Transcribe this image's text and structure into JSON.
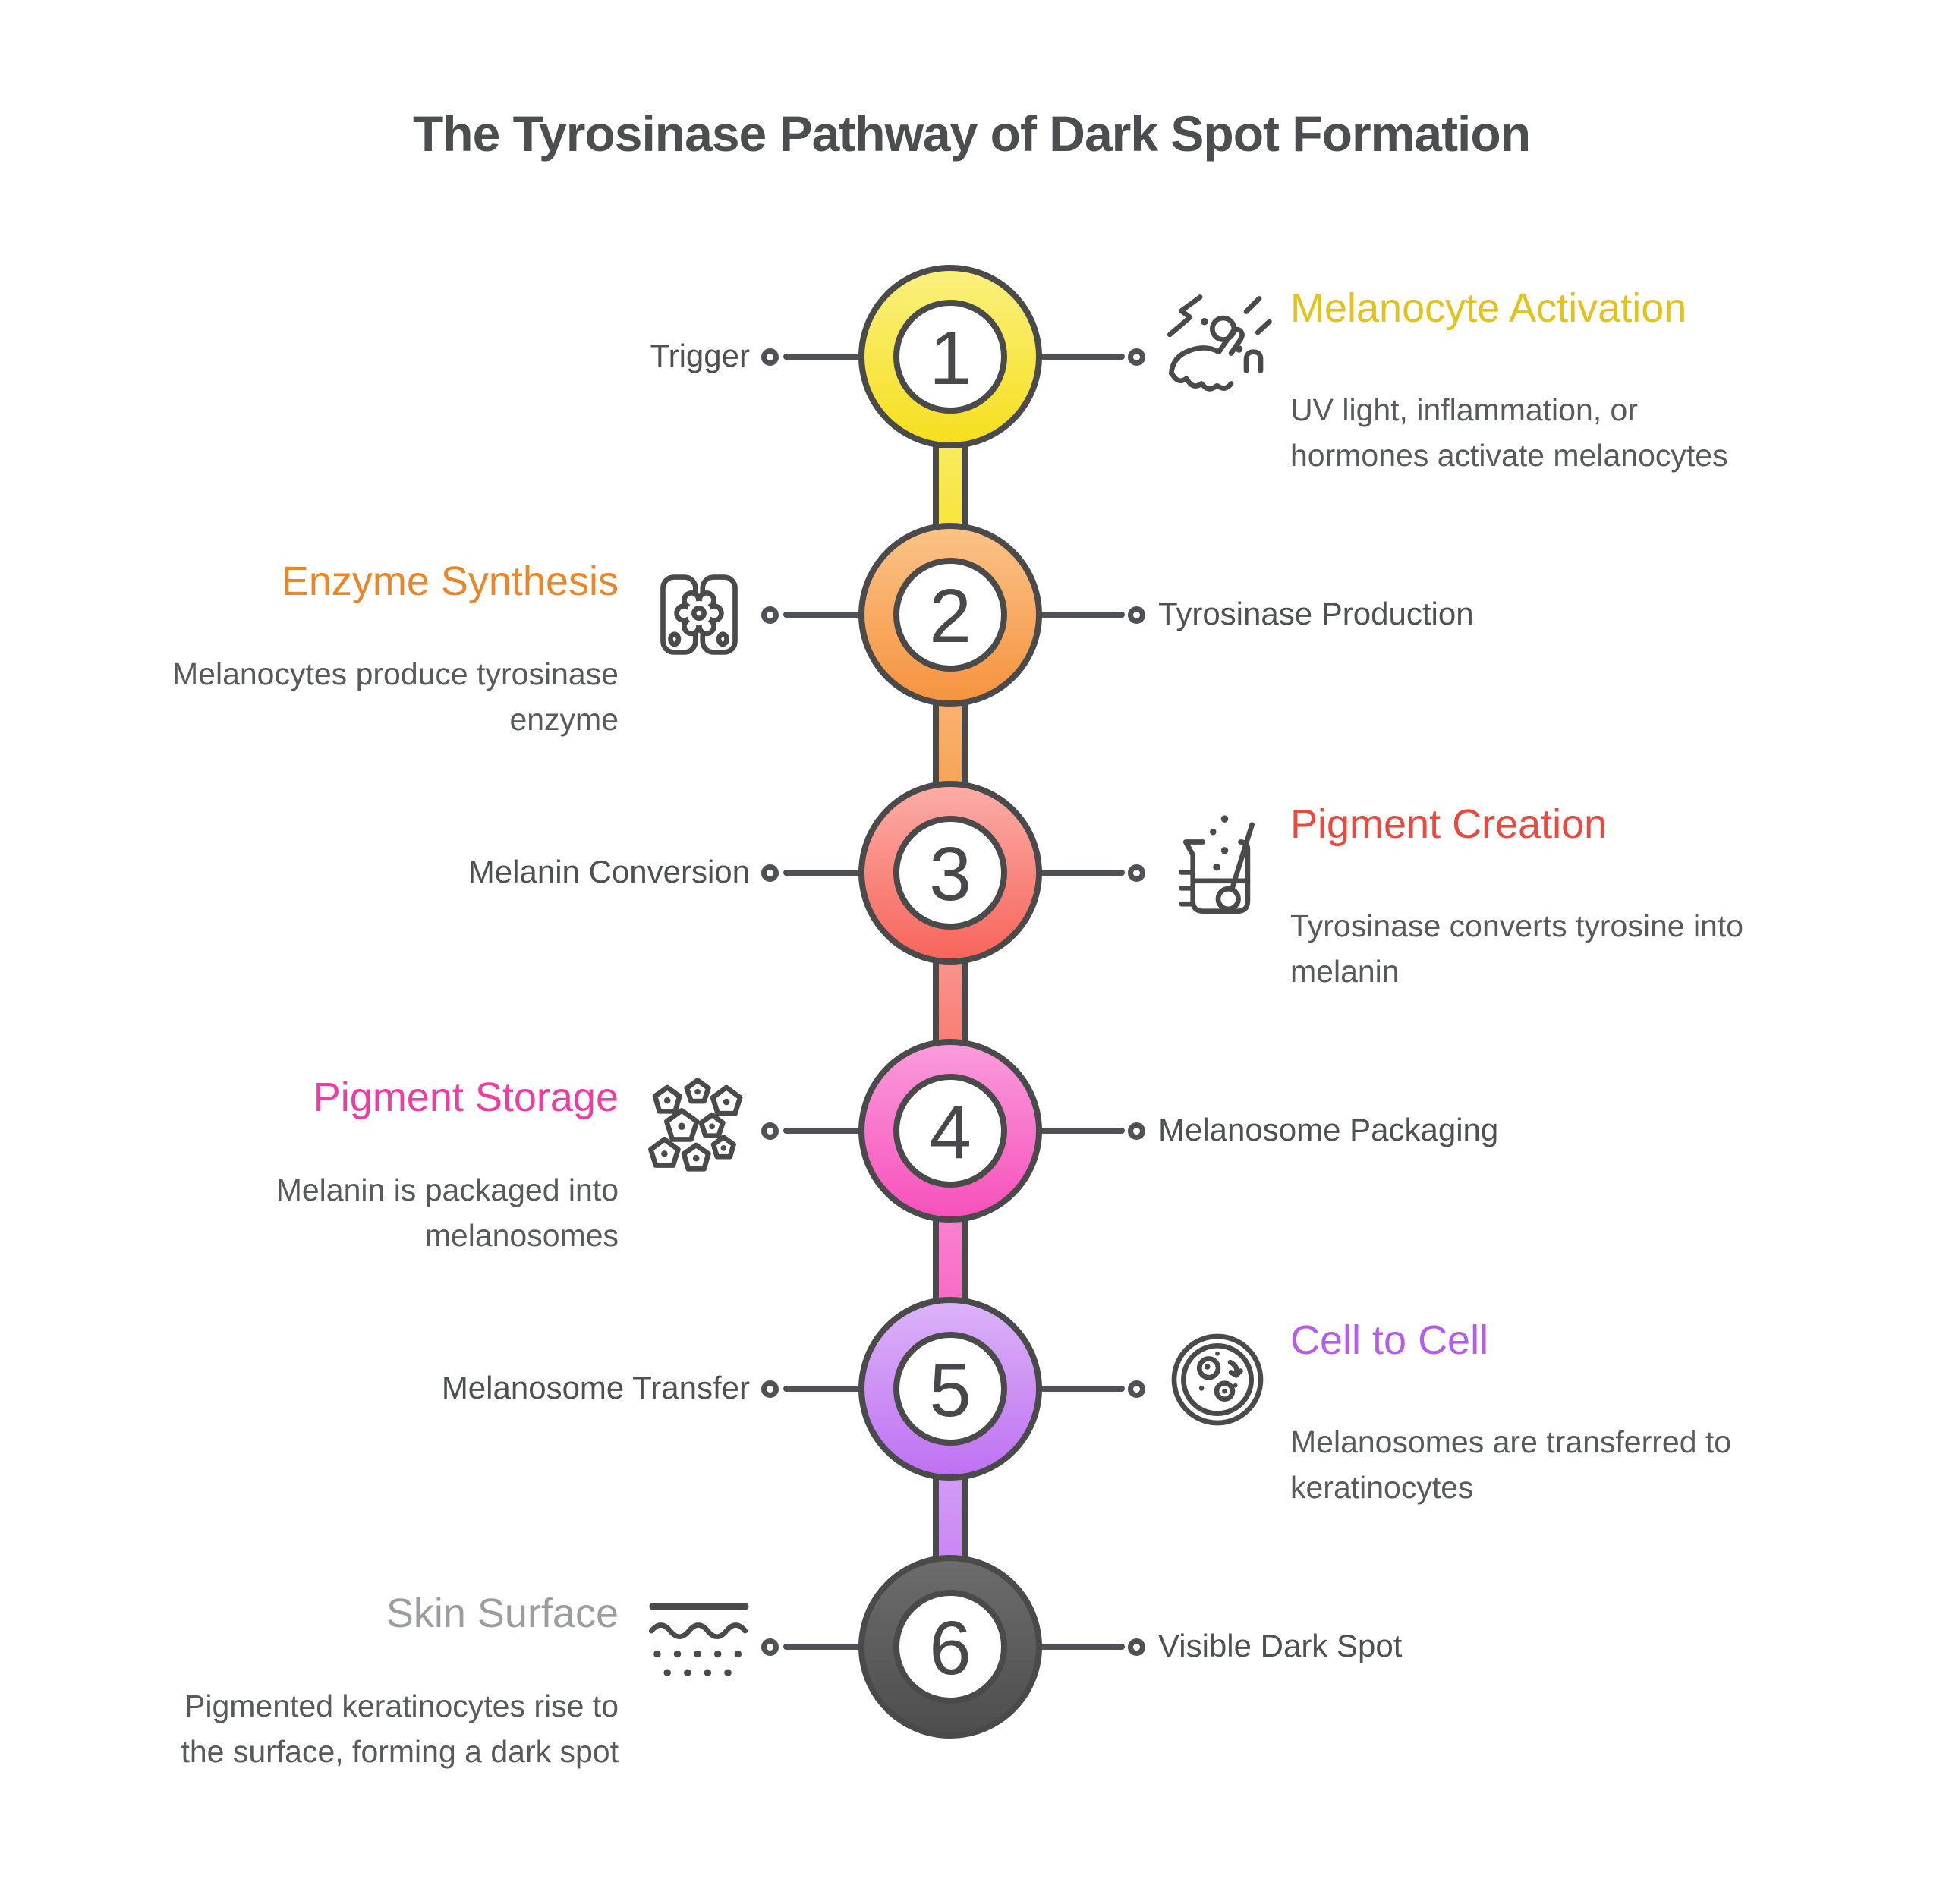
{
  "title": "The Tyrosinase Pathway of Dark Spot Formation",
  "palette": {
    "outline": "#4A4A4B",
    "line": "#505154",
    "label_text": "#4F5052",
    "description_text": "#58595B",
    "title_text": "#4C4D4F",
    "background": "#FFFFFF"
  },
  "steps": [
    {
      "number": "1",
      "side": "right",
      "label": "Trigger",
      "heading": "Melanocyte Activation",
      "description": "UV light, inflammation, or\nhormones activate melanocytes",
      "icon": "uv-exposure-icon",
      "colors": {
        "heading": "#E0C31D",
        "ring_top": "#FAF07D",
        "ring_bottom": "#F6DF1E"
      }
    },
    {
      "number": "2",
      "side": "left",
      "label": "Tyrosinase Production",
      "heading": "Enzyme Synthesis",
      "description": "Melanocytes produce tyrosinase\nenzyme",
      "icon": "enzyme-cell-icon",
      "colors": {
        "heading": "#E8862C",
        "ring_top": "#FAC286",
        "ring_bottom": "#F59440"
      }
    },
    {
      "number": "3",
      "side": "right",
      "label": "Melanin Conversion",
      "heading": "Pigment Creation",
      "description": "Tyrosinase converts tyrosine into\nmelanin",
      "icon": "beaker-icon",
      "colors": {
        "heading": "#E94A3F",
        "ring_top": "#FBACA6",
        "ring_bottom": "#F7655B"
      }
    },
    {
      "number": "4",
      "side": "left",
      "label": "Melanosome Packaging",
      "heading": "Pigment Storage",
      "description": "Melanin is packaged into\nmelanosomes",
      "icon": "melanosome-cluster-icon",
      "colors": {
        "heading": "#EE3DA1",
        "ring_top": "#FA9BDB",
        "ring_bottom": "#F751BB"
      }
    },
    {
      "number": "5",
      "side": "right",
      "label": "Melanosome Transfer",
      "heading": "Cell to Cell",
      "description": "Melanosomes are transferred to\nkeratinocytes",
      "icon": "cell-transfer-icon",
      "colors": {
        "heading": "#B55CEE",
        "ring_top": "#DBB2F8",
        "ring_bottom": "#BF71F2"
      }
    },
    {
      "number": "6",
      "side": "left",
      "label": "Visible Dark Spot",
      "heading": "Skin Surface",
      "description": "Pigmented keratinocytes rise to\nthe surface, forming a dark spot",
      "icon": "skin-surface-icon",
      "colors": {
        "heading": "#9C9DA0",
        "ring_top": "#6C6C6C",
        "ring_bottom": "#4E4E4E"
      }
    }
  ]
}
